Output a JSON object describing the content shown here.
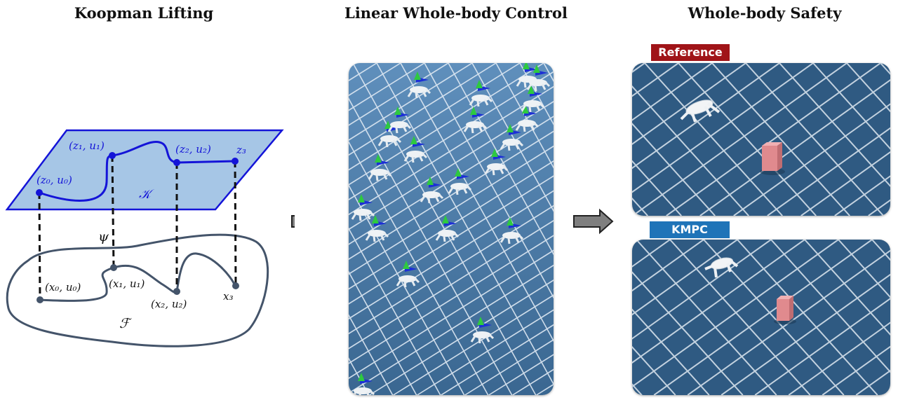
{
  "titles": {
    "koopman": "Koopman Lifting",
    "linear": "Linear Whole-body Control",
    "safety": "Whole-body Safety"
  },
  "diagram": {
    "lifted_space_label": "𝒦",
    "state_space_label": "ℱ",
    "lifting_map_label": "ψ",
    "lifted_points": [
      "(z₀, u₀)",
      "(z₁, u₁)",
      "(z₂, u₂)",
      "z₃"
    ],
    "state_points": [
      "(x₀, u₀)",
      "(x₁, u₁)",
      "(x₂, u₂)",
      "x₃"
    ]
  },
  "safety_tags": {
    "reference": "Reference",
    "kmpc": "KMPC"
  },
  "colors": {
    "lifted_plane_fill": "#a6c6e6",
    "lifted_plane_edge": "#1414d8",
    "state_space_edge": "#44546a",
    "sim_floor": "#3f6f9c",
    "reference_tag": "#a01418",
    "kmpc_tag": "#1f74b8",
    "obstacle": "#e08a8e"
  }
}
